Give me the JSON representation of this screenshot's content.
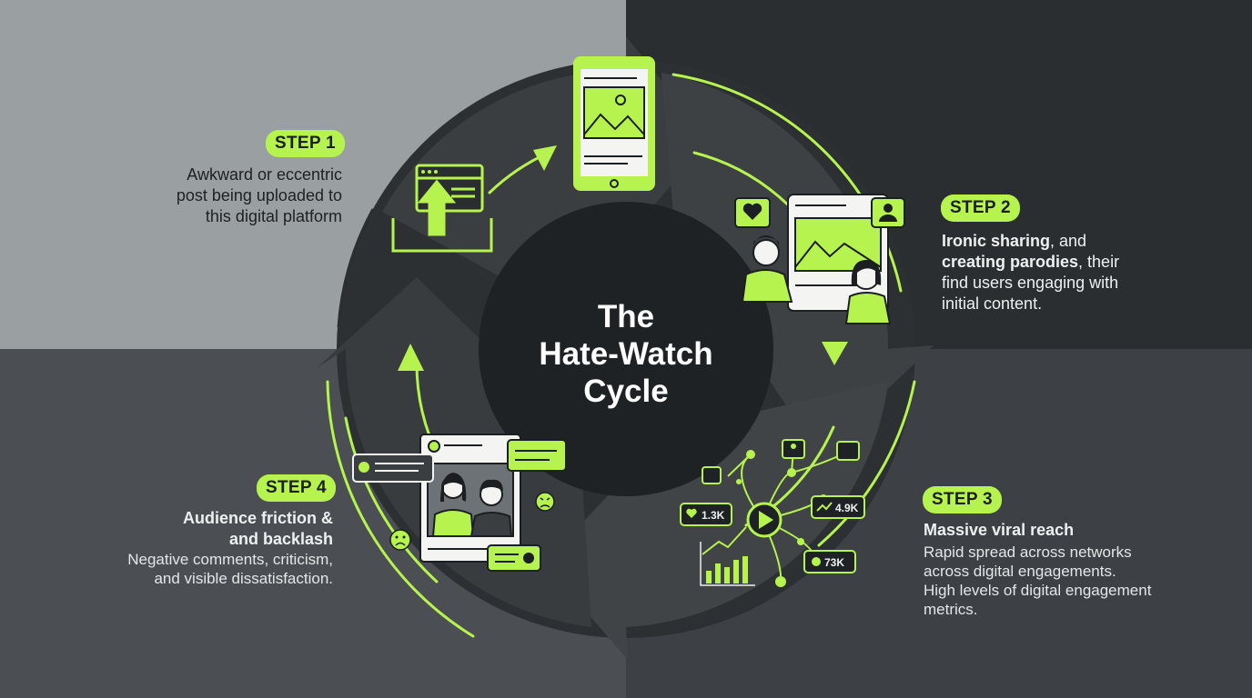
{
  "title": {
    "line1": "The",
    "line2": "Hate-Watch",
    "line3": "Cycle"
  },
  "steps": [
    {
      "badge": "STEP 1",
      "lines": [
        "Awkward or eccentric",
        "post being uploaded to",
        "this digital platform"
      ]
    },
    {
      "badge": "STEP 2",
      "bold1": "Ironic sharing",
      "rest1": ", and",
      "bold2": "creating parodies",
      "rest2": ", their",
      "lines": [
        "find users engaging with",
        "initial content."
      ]
    },
    {
      "badge": "STEP 3",
      "heading": "Massive viral reach",
      "lines": [
        "Rapid spread across networks",
        "across digital engagements.",
        "High levels of digital engagement",
        "metrics."
      ]
    },
    {
      "badge": "STEP 4",
      "heading": [
        "Audience friction &",
        "and backlash"
      ],
      "lines": [
        "Negative comments, criticism,",
        "and visible dissatisfaction."
      ]
    }
  ],
  "metrics": {
    "likes": "1.3K",
    "trend": "4.9K",
    "comments": "73K"
  },
  "colors": {
    "accent": "#b7f34f",
    "arrow": "#404447",
    "ring": "#2a2e31",
    "core": "#1f2224"
  }
}
